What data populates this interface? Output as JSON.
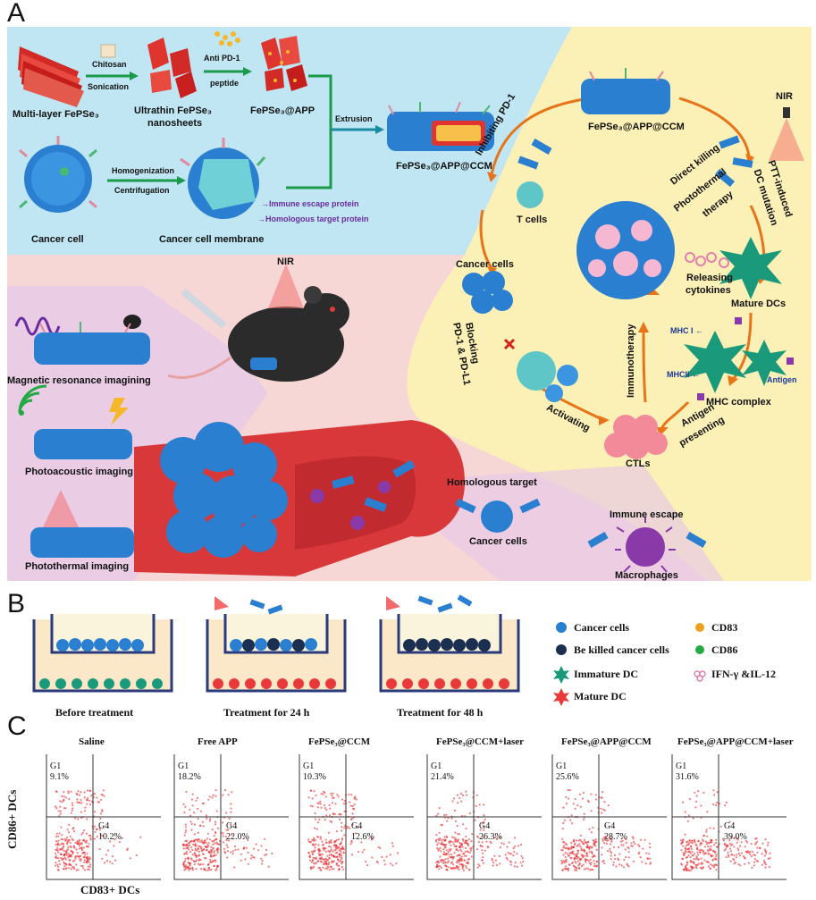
{
  "panel_a": {
    "letter": "A",
    "synthesis": {
      "multilayer": "Multi-layer FePSe₃",
      "step1_a": "Chitosan",
      "step1_b": "Sonication",
      "nanosheets_a": "Ultrathin FePSe₃",
      "nanosheets_b": "nanosheets",
      "peptide_a": "Anti PD-1",
      "peptide_b": "peptide",
      "fepse_app": "FePSe₃@APP",
      "extrusion": "Extrusion",
      "final": "FePSe₃@APP@CCM",
      "cancer_cell": "Cancer cell",
      "homogenization": "Homogenization",
      "centrifugation": "Centrifugation",
      "membrane": "Cancer cell membrane",
      "immune_escape_protein": "Immune escape protein",
      "homologous_target_protein": "Homologous target protein"
    },
    "cycle": {
      "center": "FePSe₃@APP@CCM",
      "nir": "NIR",
      "inhibiting": "Inhibiting PD-1",
      "t_cells": "T cells",
      "direct_killing": "Direct killing",
      "photothermal_a": "Photothermal",
      "photothermal_b": "therapy",
      "ptt_a": "PTT-induced",
      "ptt_b": "DC mutation",
      "cancer_cells": "Cancer cells",
      "releasing_a": "Releasing",
      "releasing_b": "cytokines",
      "mature_dcs": "Mature DCs",
      "blocking_a": "Blocking",
      "blocking_b": "PD-1 & PD-L1",
      "immunotherapy": "Immunotherapy",
      "mhc1": "MHC I",
      "mhc2": "MHCII",
      "antigen": "Antigen",
      "mhc_complex": "MHC complex",
      "activating": "Activating",
      "ctls": "CTLs",
      "antigen_presenting_a": "Antigen",
      "antigen_presenting_b": "presenting"
    },
    "imaging": {
      "nir": "NIR",
      "mri": "Magnetic resonance imagining",
      "pai": "Photoacoustic imaging",
      "pti": "Photothermal imaging",
      "homologous_target": "Homologous target",
      "cancer_cells": "Cancer cells",
      "immune_escape": "Immune escape",
      "macrophages": "Macrophages"
    }
  },
  "panel_b": {
    "letter": "B",
    "wells": [
      "Before treatment",
      "Treatment for 24 h",
      "Treatment for 48 h"
    ],
    "legend": [
      {
        "text": "Cancer cells",
        "color": "#2a7fd0"
      },
      {
        "text": "Be killed cancer cells",
        "color": "#1b3050"
      },
      {
        "text": "Immature DC",
        "color": "#1a9a7a"
      },
      {
        "text": "Mature DC",
        "color": "#e83a3a"
      },
      {
        "text": "CD83",
        "color": "#f0a020"
      },
      {
        "text": "CD86",
        "color": "#22aa44"
      },
      {
        "text": "IFN-γ &IL-12",
        "color": "#e080b0"
      }
    ]
  },
  "panel_c": {
    "letter": "C",
    "y_axis": "CD86+ DCs",
    "x_axis": "CD83+ DCs",
    "plots": [
      {
        "title": "Saline",
        "g1": "G1",
        "g1_val": "9.1%",
        "g4": "G4",
        "g4_val": "10.2%"
      },
      {
        "title": "Free APP",
        "g1": "G1",
        "g1_val": "18.2%",
        "g4": "G4",
        "g4_val": "22.0%"
      },
      {
        "title": "FePSe₃@CCM",
        "g1": "G1",
        "g1_val": "10.3%",
        "g4": "G4",
        "g4_val": "12.6%"
      },
      {
        "title": "FePSe₃@CCM+laser",
        "g1": "G1",
        "g1_val": "21.4%",
        "g4": "G4",
        "g4_val": "26.3%"
      },
      {
        "title": "FePSe₃@APP@CCM",
        "g1": "G1",
        "g1_val": "25.6%",
        "g4": "G4",
        "g4_val": "28.7%"
      },
      {
        "title": "FePSe₃@APP@CCM+laser",
        "g1": "G1",
        "g1_val": "31.6%",
        "g4": "G4",
        "g4_val": "39.0%"
      }
    ]
  },
  "colors": {
    "blue_bg": "#bfe6f2",
    "yellow_bg": "#fbf0b6",
    "pink_bg": "#f7d7d5",
    "nanosheet_red": "#e0342f",
    "cell_blue": "#2a7fd0",
    "arrow_orange": "#e8741a",
    "arrow_green": "#1a9a4a",
    "flow_red": "#d8231c"
  }
}
